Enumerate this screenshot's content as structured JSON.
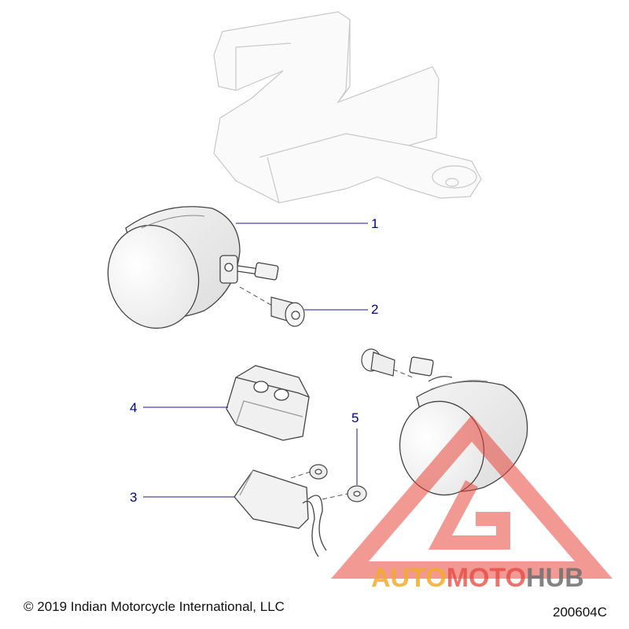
{
  "callouts": [
    {
      "number": "1"
    },
    {
      "number": "2"
    },
    {
      "number": "3"
    },
    {
      "number": "4"
    },
    {
      "number": "5"
    }
  ],
  "footer": {
    "copyright": "© 2019 Indian Motorcycle International, LLC",
    "diagram_number": "200604C"
  },
  "watermark": {
    "part1": "AUTO",
    "part2": "MOTO",
    "part3": "HUB"
  },
  "colors": {
    "callout_text": "#00008b",
    "callout_line": "#1a1a8c",
    "part_outline": "#444444",
    "watermark_red": "#e8463c",
    "watermark_orange": "#f5aa28",
    "watermark_gray": "#6e6e6e"
  }
}
